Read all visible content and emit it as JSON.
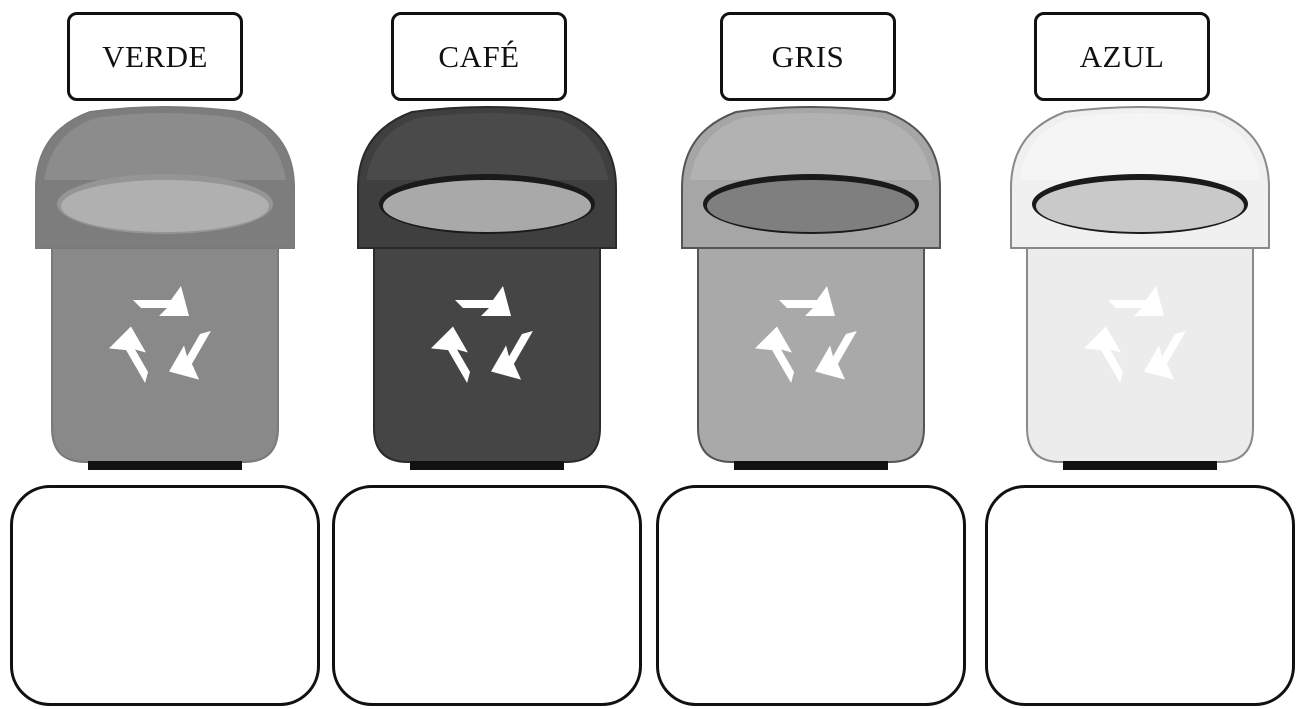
{
  "bins": [
    {
      "label": "VERDE",
      "icon": "recycle-icon",
      "colors": {
        "lid": "#7d7d7d",
        "lid_top": "#8c8c8c",
        "opening_rim": "#959595",
        "opening": "#b0b0b0",
        "body": "#898989",
        "outline": "#7a7a7a",
        "symbol": "#ffffff"
      }
    },
    {
      "label": "CAFÉ",
      "icon": "recycle-icon",
      "colors": {
        "lid": "#3f3f3f",
        "lid_top": "#4a4a4a",
        "opening_rim": "#1a1a1a",
        "opening": "#a9a9a9",
        "body": "#454545",
        "outline": "#2a2a2a",
        "symbol": "#ffffff"
      }
    },
    {
      "label": "GRIS",
      "icon": "recycle-icon",
      "colors": {
        "lid": "#a6a6a6",
        "lid_top": "#b2b2b2",
        "opening_rim": "#1a1a1a",
        "opening": "#7f7f7f",
        "body": "#a9a9a9",
        "outline": "#555555",
        "symbol": "#ffffff"
      }
    },
    {
      "label": "AZUL",
      "icon": "recycle-icon",
      "colors": {
        "lid": "#f0f0f0",
        "lid_top": "#f5f5f5",
        "opening_rim": "#1a1a1a",
        "opening": "#c9c9c9",
        "body": "#ececec",
        "outline": "#8a8a8a",
        "symbol": "#ffffff"
      }
    }
  ]
}
